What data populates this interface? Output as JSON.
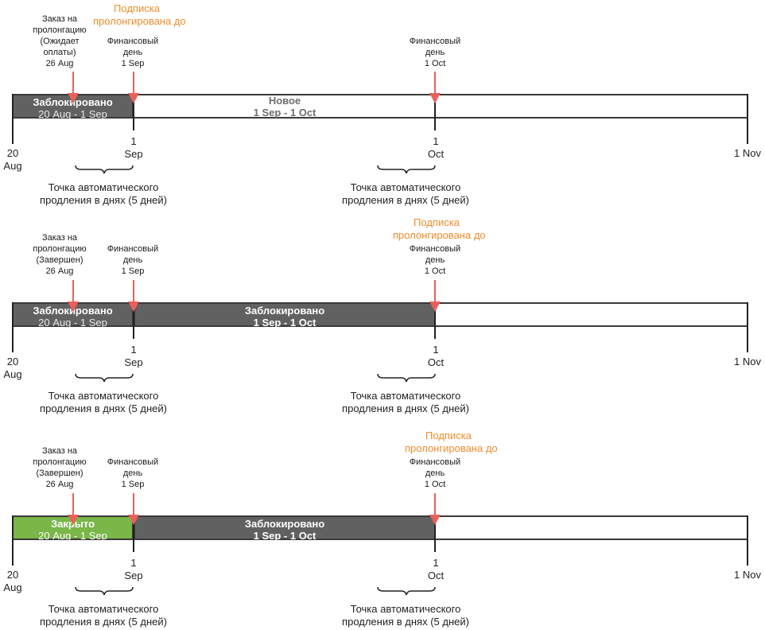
{
  "colors": {
    "blocked": "#616161",
    "closed": "#7ab648",
    "new_text": "#6e6e6e",
    "arrow": "#e8605c",
    "orange_label": "#ef8c2a",
    "outline": "#3a3a3a"
  },
  "axis": {
    "start": "20\nAug",
    "sep": "1\nSep",
    "oct": "1\nOct",
    "end": "1 Nov"
  },
  "auto_renewal_note": "Точка автоматического\nпродления в днях (5 дней)",
  "rows": [
    {
      "order_label": "Заказ на\nпролонгацию\n(Ожидает\nоплаты)\n26 Aug",
      "subscription_extended_label": "Подписка\nпролонгирована до",
      "subscription_extended_at": "sep",
      "fin_day_sep": "Финансовый\nдень\n1 Sep",
      "fin_day_oct": "Финансовый\nдень\n1 Oct",
      "segments": [
        {
          "status": "Заблокировано",
          "dates": "20 Aug - 1 Sep",
          "style": "blocked"
        },
        {
          "status": "Новое",
          "dates": "1 Sep - 1 Oct",
          "style": "new"
        }
      ]
    },
    {
      "order_label": "Заказ на\nпролонгацию\n(Завершен)\n26 Aug",
      "subscription_extended_label": "Подписка\nпролонгирована до",
      "subscription_extended_at": "oct",
      "fin_day_sep": "Финансовый\nдень\n1 Sep",
      "fin_day_oct": "Финансовый\nдень\n1 Oct",
      "segments": [
        {
          "status": "Заблокировано",
          "dates": "20 Aug - 1 Sep",
          "style": "blocked"
        },
        {
          "status": "Заблокировано",
          "dates": "1 Sep - 1 Oct",
          "style": "blocked"
        }
      ]
    },
    {
      "order_label": "Заказ на\nпролонгацию\n(Завершен)\n26 Aug",
      "subscription_extended_label": "Подписка\nпролонгирована до",
      "subscription_extended_at": "oct",
      "fin_day_sep": "Финансовый\nдень\n1 Sep",
      "fin_day_oct": "Финансовый\nдень\n1 Oct",
      "segments": [
        {
          "status": "Закрыто",
          "dates": "20 Aug - 1 Sep",
          "style": "closed"
        },
        {
          "status": "Заблокировано",
          "dates": "1 Sep - 1 Oct",
          "style": "blocked"
        }
      ]
    }
  ]
}
